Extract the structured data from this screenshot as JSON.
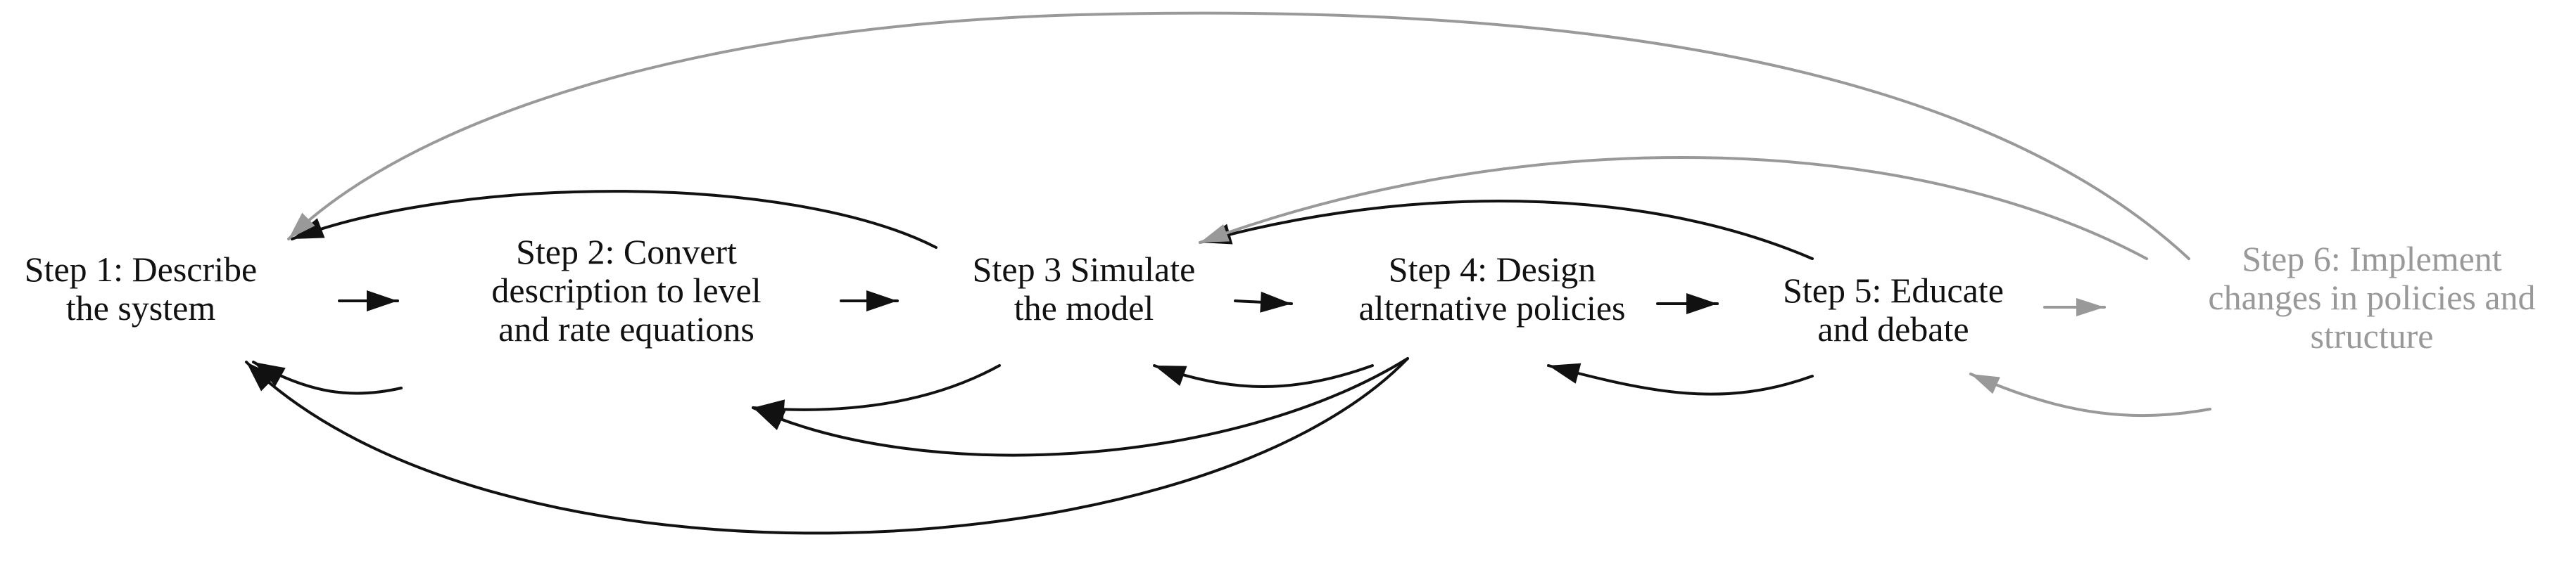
{
  "diagram": {
    "nodes": [
      {
        "id": "step1",
        "lines": [
          "Step 1: Describe",
          "the system"
        ],
        "tone": "dark"
      },
      {
        "id": "step2",
        "lines": [
          "Step 2: Convert",
          "description to level",
          "and rate equations"
        ],
        "tone": "dark"
      },
      {
        "id": "step3",
        "lines": [
          "Step 3 Simulate",
          "the model"
        ],
        "tone": "dark"
      },
      {
        "id": "step4",
        "lines": [
          "Step 4: Design",
          "alternative policies"
        ],
        "tone": "dark"
      },
      {
        "id": "step5",
        "lines": [
          "Step 5: Educate",
          "and debate"
        ],
        "tone": "dark"
      },
      {
        "id": "step6",
        "lines": [
          "Step 6: Implement",
          "changes in policies and",
          "structure"
        ],
        "tone": "light"
      }
    ],
    "edges": [
      {
        "from": "step1",
        "to": "step2",
        "tone": "dark"
      },
      {
        "from": "step2",
        "to": "step3",
        "tone": "dark"
      },
      {
        "from": "step3",
        "to": "step4",
        "tone": "dark"
      },
      {
        "from": "step4",
        "to": "step5",
        "tone": "dark"
      },
      {
        "from": "step5",
        "to": "step6",
        "tone": "light"
      },
      {
        "from": "step3",
        "to": "step1",
        "tone": "dark"
      },
      {
        "from": "step2",
        "to": "step1",
        "tone": "dark"
      },
      {
        "from": "step3",
        "to": "step2",
        "tone": "dark"
      },
      {
        "from": "step4",
        "to": "step3",
        "tone": "dark"
      },
      {
        "from": "step4",
        "to": "step2",
        "tone": "dark"
      },
      {
        "from": "step4",
        "to": "step1",
        "tone": "dark"
      },
      {
        "from": "step5",
        "to": "step3",
        "tone": "dark"
      },
      {
        "from": "step5",
        "to": "step4",
        "tone": "dark"
      },
      {
        "from": "step6",
        "to": "step1",
        "tone": "light"
      },
      {
        "from": "step6",
        "to": "step3",
        "tone": "light"
      },
      {
        "from": "step6",
        "to": "step5",
        "tone": "light"
      }
    ],
    "colors": {
      "dark": "#111111",
      "light": "#999999"
    }
  }
}
